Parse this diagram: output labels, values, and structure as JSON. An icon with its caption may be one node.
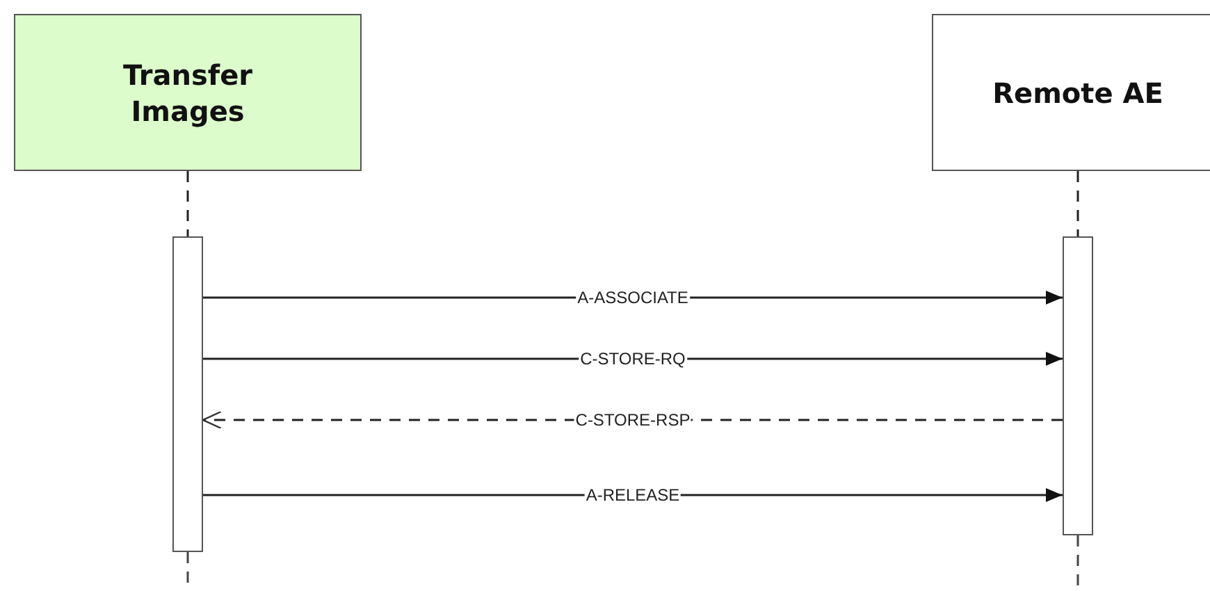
{
  "diagram": {
    "nodes": [
      {
        "text": [
          "Transfer Images"
        ]
      },
      {
        "text": [
          "Remote AE"
        ]
      },
      {
        "text": [],
        "shape": "bar"
      },
      {
        "text": [],
        "shape": "bar"
      }
    ],
    "edges": [
      {
        "from": 0,
        "to": 2,
        "arrow": "none",
        "style": "dashed"
      },
      {
        "from": 1,
        "to": 3,
        "arrow": "none",
        "style": "dashed"
      },
      {
        "from": 2,
        "to": 3,
        "arrow": "to",
        "label": "A-ASSOCIATE"
      },
      {
        "from": 2,
        "to": 3,
        "arrow": "to",
        "label": "C-STORE-RQ"
      },
      {
        "from": 3,
        "to": 2,
        "arrow": "to",
        "label": "C-STORE-RSP",
        "style": "dashed"
      },
      {
        "from": 2,
        "to": 3,
        "arrow": "to",
        "label": "A-RELEASE"
      }
    ]
  }
}
